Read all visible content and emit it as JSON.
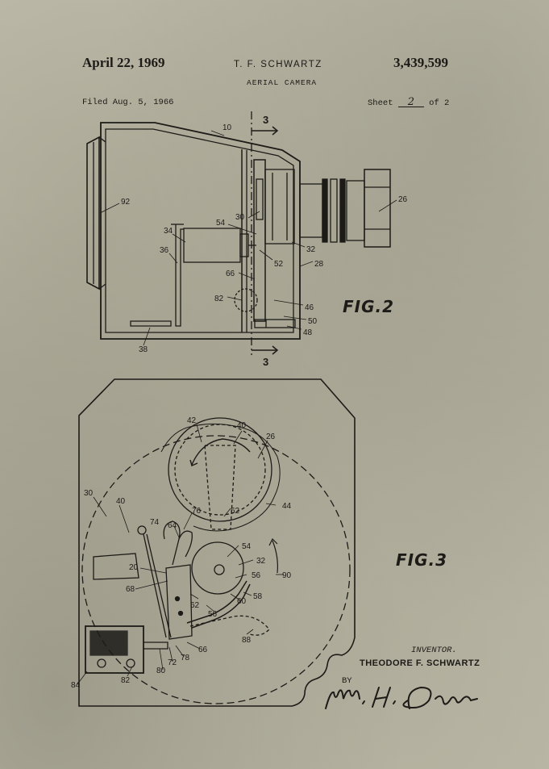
{
  "header": {
    "date": "April 22, 1969",
    "inventor_short": "T. F. SCHWARTZ",
    "title": "AERIAL CAMERA",
    "patent_number": "3,439,599",
    "filed": "Filed Aug. 5, 1966",
    "sheet_prefix": "Sheet",
    "sheet_number": "2",
    "sheet_suffix": "of 2"
  },
  "fig2": {
    "label": "FIG.2",
    "section_marks": [
      "3",
      "3"
    ],
    "refs": [
      "10",
      "92",
      "34",
      "36",
      "54",
      "30",
      "52",
      "32",
      "28",
      "26",
      "66",
      "82",
      "46",
      "50",
      "48",
      "38"
    ]
  },
  "fig3": {
    "label": "FIG.3",
    "refs": [
      "42",
      "40",
      "26",
      "30",
      "40",
      "44",
      "74",
      "76",
      "64",
      "62",
      "54",
      "32",
      "20",
      "90",
      "56",
      "68",
      "62",
      "60",
      "58",
      "56",
      "88",
      "66",
      "78",
      "72",
      "80",
      "82",
      "84"
    ]
  },
  "footer": {
    "inventor_label": "INVENTOR.",
    "inventor_name": "THEODORE F. SCHWARTZ",
    "by": "BY"
  },
  "colors": {
    "paper": "#b9b6a6",
    "ink": "#1c1b17"
  },
  "icons": {
    "signature": "signature-icon"
  }
}
